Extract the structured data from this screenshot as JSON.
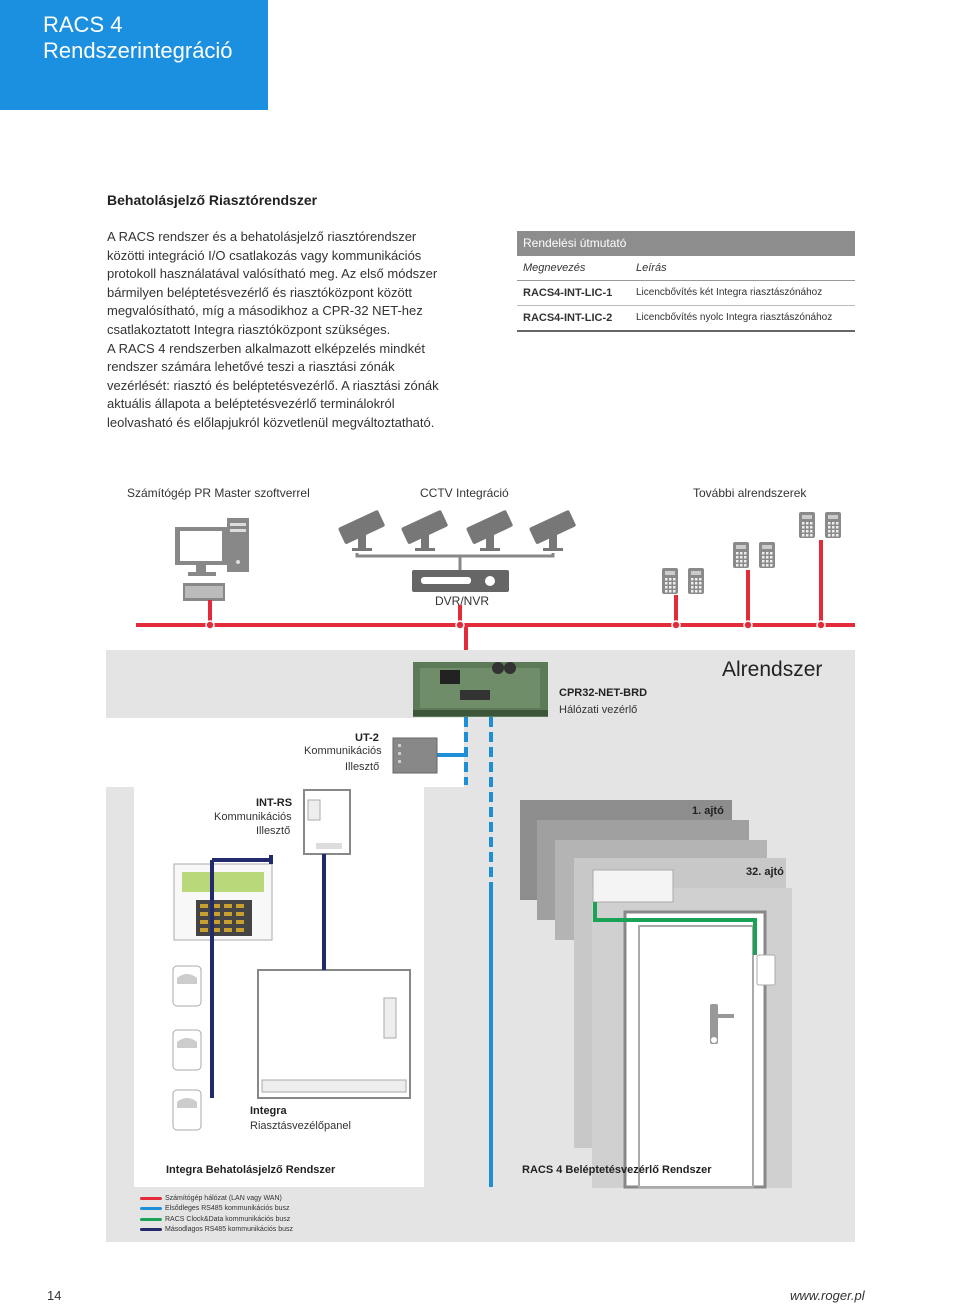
{
  "header": {
    "line1": "RACS 4",
    "line2": "Rendszerintegráció"
  },
  "section_title": "Behatolásjelző Riasztórendszer",
  "intro_lines": [
    "A RACS rendszer és a behatolásjelző riasztórendszer",
    "közötti integráció I/O csatlakozás vagy kommunikációs",
    "protokoll használatával valósítható meg. Az első módszer",
    "bármilyen beléptetésvezérlő és riasztóközpont között",
    "megvalósítható, míg a másodikhoz a CPR-32 NET-hez",
    "csatlakoztatott Integra riasztóközpont szükséges.",
    "A RACS 4 rendszerben alkalmazott elképzelés mindkét",
    "rendszer számára lehetővé teszi a riasztási zónák",
    "vezérlését: riasztó és beléptetésvezérlő. A riasztási zónák",
    "aktuális állapota a beléptetésvezérlő terminálokról",
    "leolvasható és előlapjukról közvetlenül megváltoztatható."
  ],
  "ordering": {
    "title": "Rendelési útmutató",
    "col_name": "Megnevezés",
    "col_desc": "Leírás",
    "rows": [
      {
        "name": "RACS4-INT-LIC-1",
        "desc": "Licencbővítés két Integra riasztászónához"
      },
      {
        "name": "RACS4-INT-LIC-2",
        "desc": "Licencbővítés nyolc Integra riasztászónához"
      }
    ]
  },
  "diagram": {
    "pc_label": "Számítógép PR Master szoftverrel",
    "cctv_label": "CCTV Integráció",
    "more_label": "További alrendszerek",
    "dvr_label": "DVR/NVR",
    "alrendszer": "Alrendszer",
    "cpr_name": "CPR32-NET-BRD",
    "cpr_desc": "Hálózati vezérlő",
    "ut2_name": "UT-2",
    "ut2_desc1": "Kommunikációs",
    "ut2_desc2": "Illesztő",
    "intrs_name": "INT-RS",
    "intrs_desc1": "Kommunikációs",
    "intrs_desc2": "Illesztő",
    "door1": "1. ajtó",
    "door32": "32. ajtó",
    "integra_name": "Integra",
    "integra_desc": "Riasztásvezélőpanel",
    "integra_system": "Integra Behatolásjelző Rendszer",
    "racs_system": "RACS 4 Beléptetésvezérlő Rendszer"
  },
  "legend": [
    {
      "label": "Számítógép hálózat (LAN vagy WAN)",
      "color": "#e42b3a"
    },
    {
      "label": "Elsődleges RS485 kommunikációs busz",
      "color": "#1e8fd6"
    },
    {
      "label": "RACS Clock&Data kommunikációs busz",
      "color": "#1aa256"
    },
    {
      "label": "Másodlagos RS485 kommunikációs busz",
      "color": "#222a6b"
    }
  ],
  "colors": {
    "lan": "#e42b3a",
    "rs485_primary": "#1e8fd6",
    "clockdata": "#1aa256",
    "rs485_secondary": "#222a6b",
    "header_blue": "#1b8fe0"
  },
  "footer": {
    "page_number": "14",
    "url": "www.roger.pl"
  }
}
